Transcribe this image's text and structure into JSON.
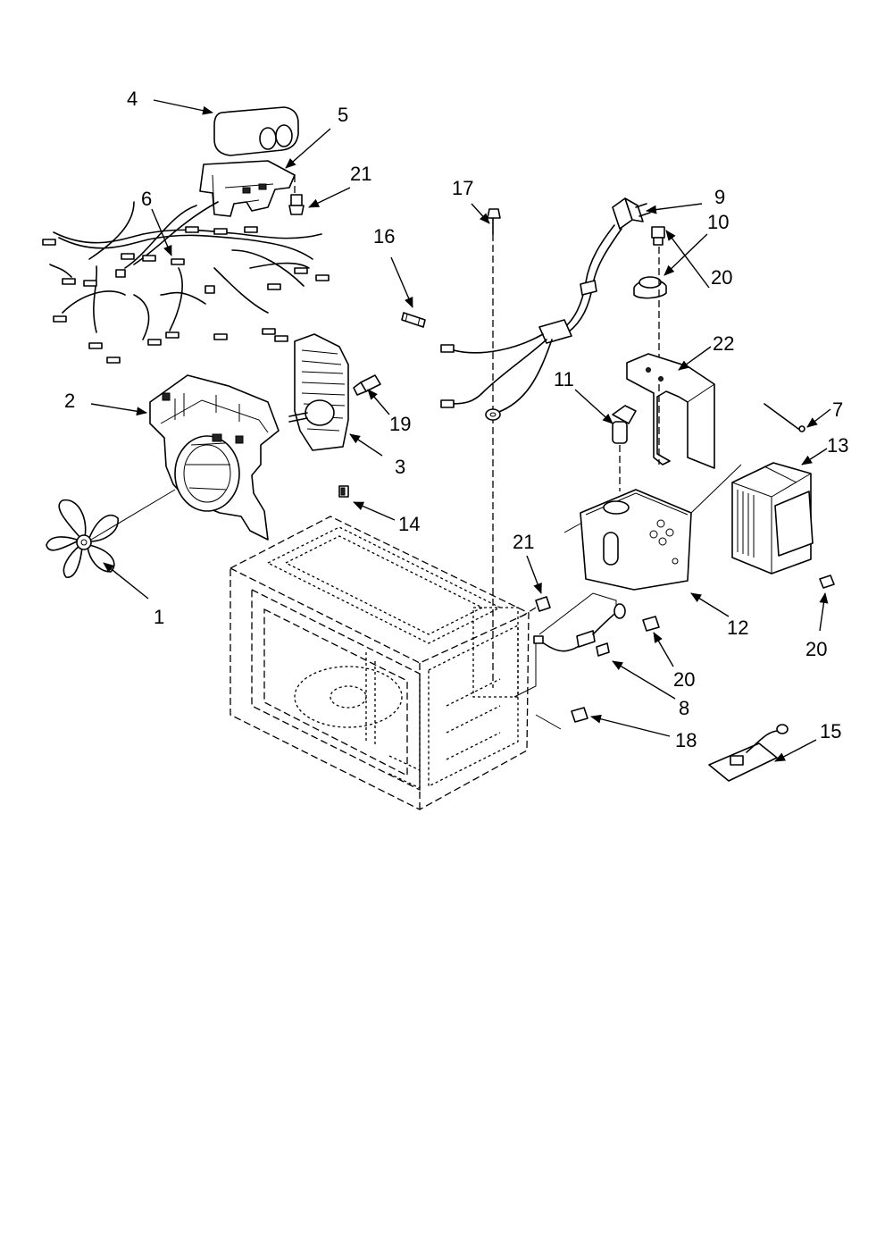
{
  "callouts": {
    "c1": "1",
    "c2": "2",
    "c3": "3",
    "c4": "4",
    "c5": "5",
    "c6": "6",
    "c7": "7",
    "c8": "8",
    "c9": "9",
    "c10": "10",
    "c11": "11",
    "c12": "12",
    "c13": "13",
    "c14": "14",
    "c15": "15",
    "c16": "16",
    "c17": "17",
    "c18": "18",
    "c19": "19",
    "c20a": "20",
    "c20b": "20",
    "c20c": "20",
    "c21a": "21",
    "c21b": "21",
    "c22": "22"
  }
}
